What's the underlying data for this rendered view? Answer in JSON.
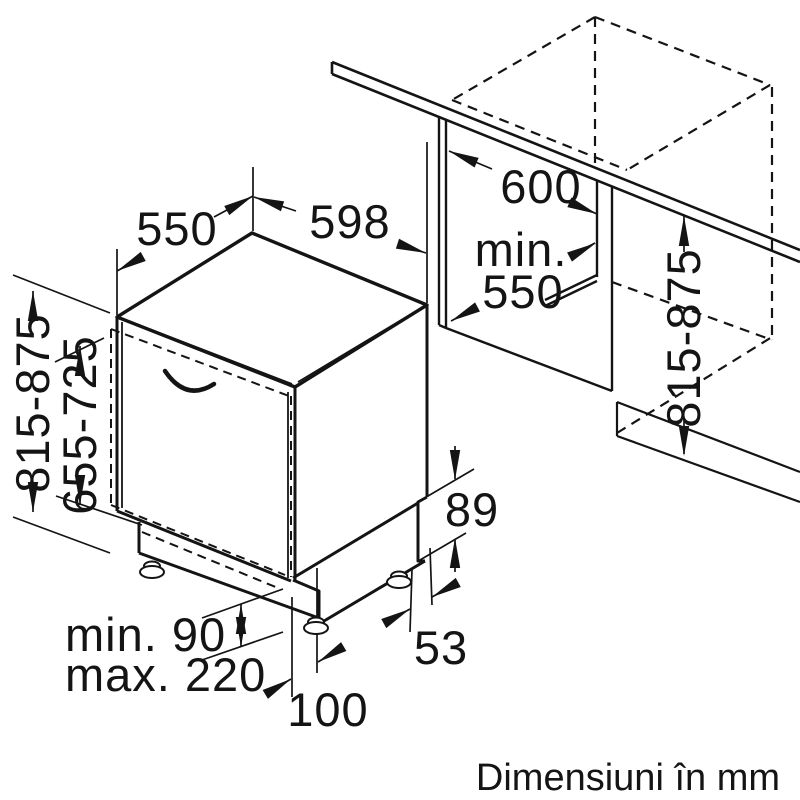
{
  "diagram": {
    "caption": "Dimensiuni în mm",
    "dimensions": {
      "appliance_depth": "550",
      "appliance_width": "598",
      "niche_width": "600",
      "niche_depth_line1": "min.",
      "niche_depth_line2": "550",
      "appliance_height": "815-875",
      "door_panel_height": "655-725",
      "niche_height": "815-875",
      "skirting_notch_height": "89",
      "skirting_notch_depth": "53",
      "plinth_recess_depth": "100",
      "plinth_height_min": "min. 90",
      "plinth_height_max": "max. 220"
    }
  }
}
